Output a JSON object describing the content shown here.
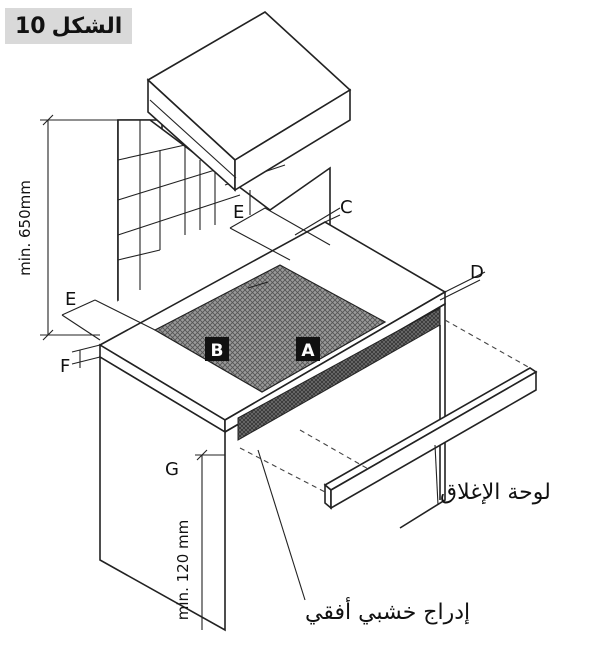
{
  "figure": {
    "number": "10",
    "word": "الشكل"
  },
  "dimensions": {
    "wall_height": "min. 650mm",
    "floor_clearance": "min. 120 mm"
  },
  "markers": [
    "A",
    "B",
    "C",
    "D",
    "E",
    "E",
    "F",
    "G"
  ],
  "callouts": {
    "closing_panel": "لوحة الإغلاق",
    "drawer": "إدراج خشبي أفقي"
  },
  "colors": {
    "line": "#222222",
    "mesh": "#8a8a8a",
    "label_bg": "#d9d9d9"
  }
}
